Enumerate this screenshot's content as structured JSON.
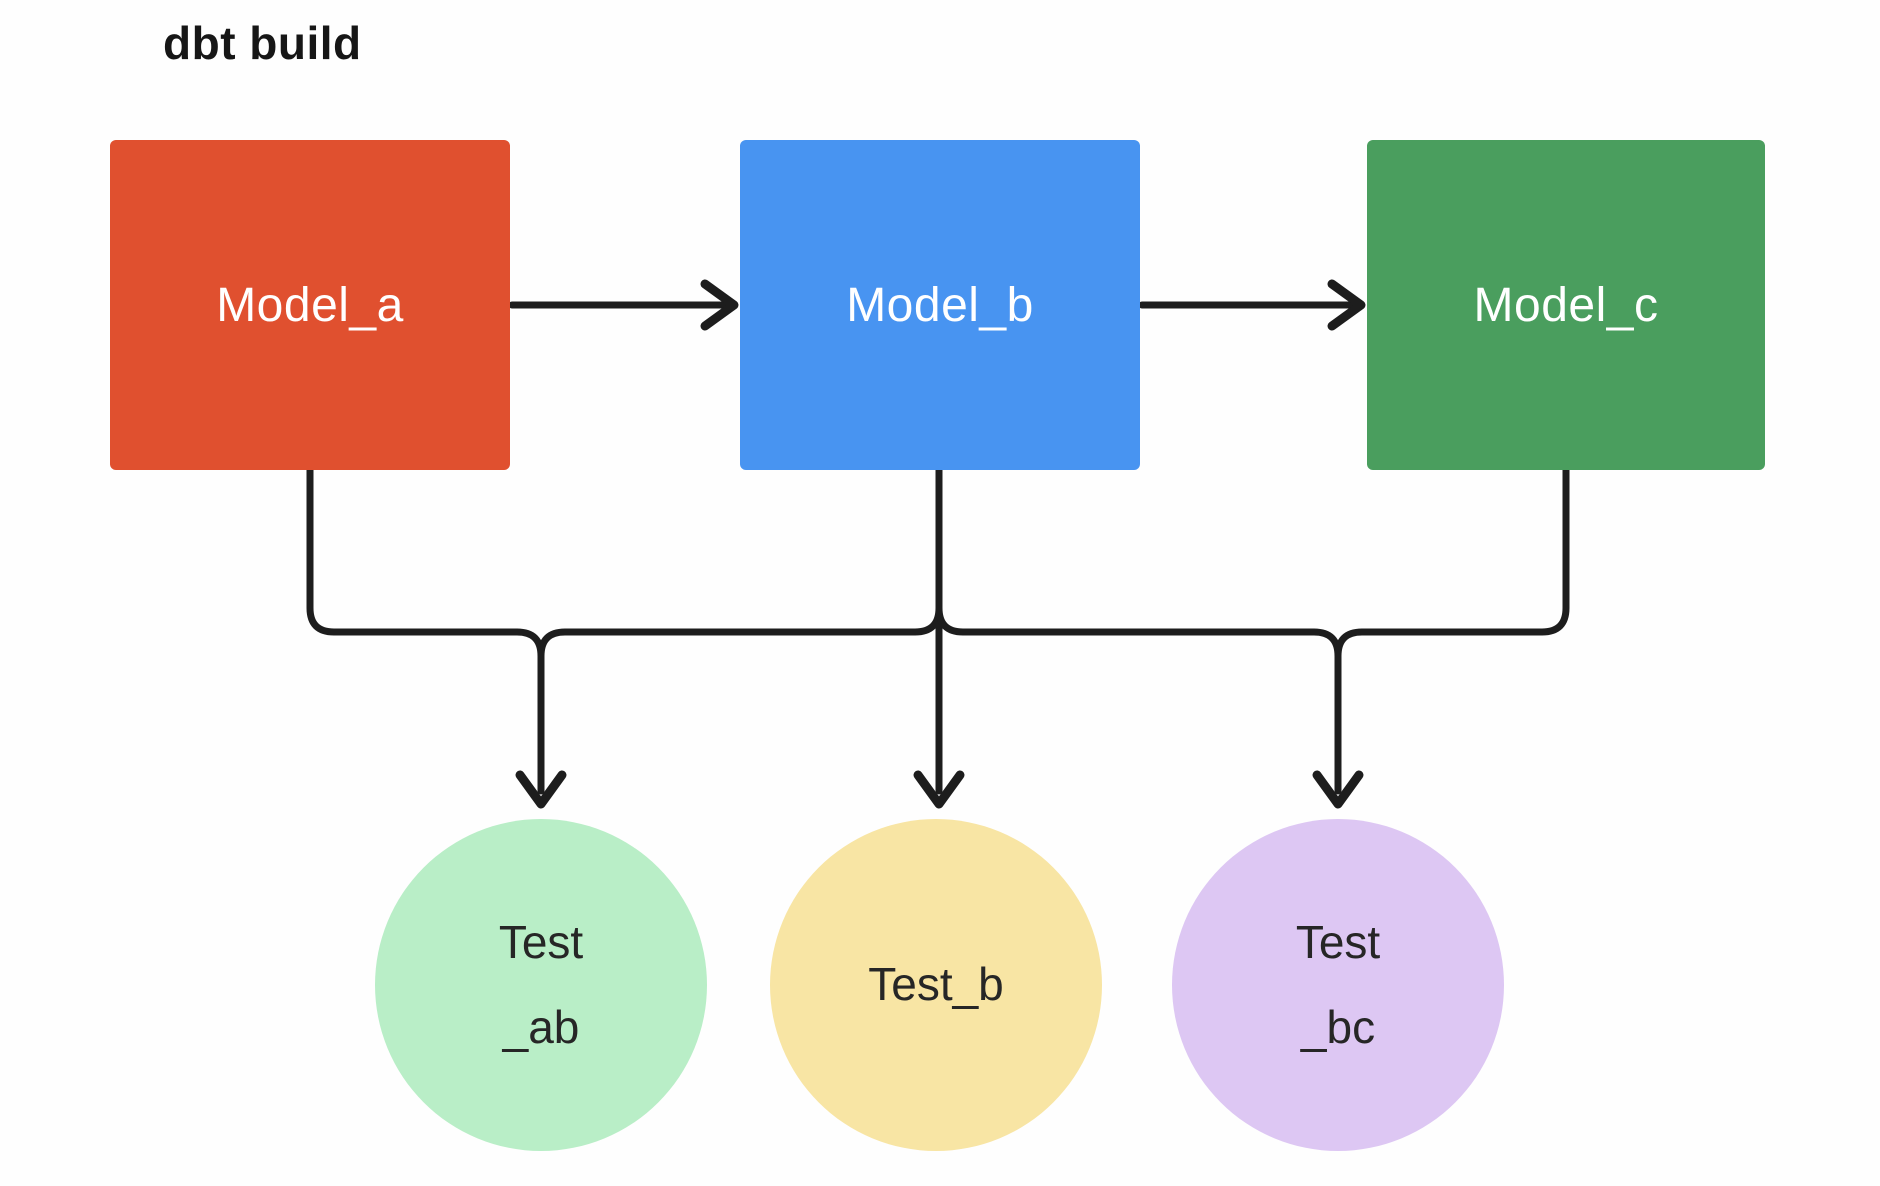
{
  "title": "dbt build",
  "colors": {
    "line": "#1d1d1d",
    "model_a": "#e0502f",
    "model_b": "#4894f1",
    "model_c": "#4a9e5e",
    "test_ab": "#b9eec7",
    "test_b": "#f8e5a4",
    "test_bc": "#ddc7f3",
    "model_text": "#ffffff",
    "test_text": "#262626"
  },
  "models": [
    {
      "id": "model_a",
      "label": "Model_a"
    },
    {
      "id": "model_b",
      "label": "Model_b"
    },
    {
      "id": "model_c",
      "label": "Model_c"
    }
  ],
  "tests": [
    {
      "id": "test_ab",
      "lines": [
        "Test",
        "_ab"
      ]
    },
    {
      "id": "test_b",
      "lines": [
        "Test_b"
      ]
    },
    {
      "id": "test_bc",
      "lines": [
        "Test",
        "_bc"
      ]
    }
  ],
  "edges": [
    {
      "from": "Model_a",
      "to": "Model_b"
    },
    {
      "from": "Model_b",
      "to": "Model_c"
    },
    {
      "from": "Model_a",
      "to": "Test_ab"
    },
    {
      "from": "Model_b",
      "to": "Test_ab"
    },
    {
      "from": "Model_b",
      "to": "Test_b"
    },
    {
      "from": "Model_b",
      "to": "Test_bc"
    },
    {
      "from": "Model_c",
      "to": "Test_bc"
    }
  ]
}
